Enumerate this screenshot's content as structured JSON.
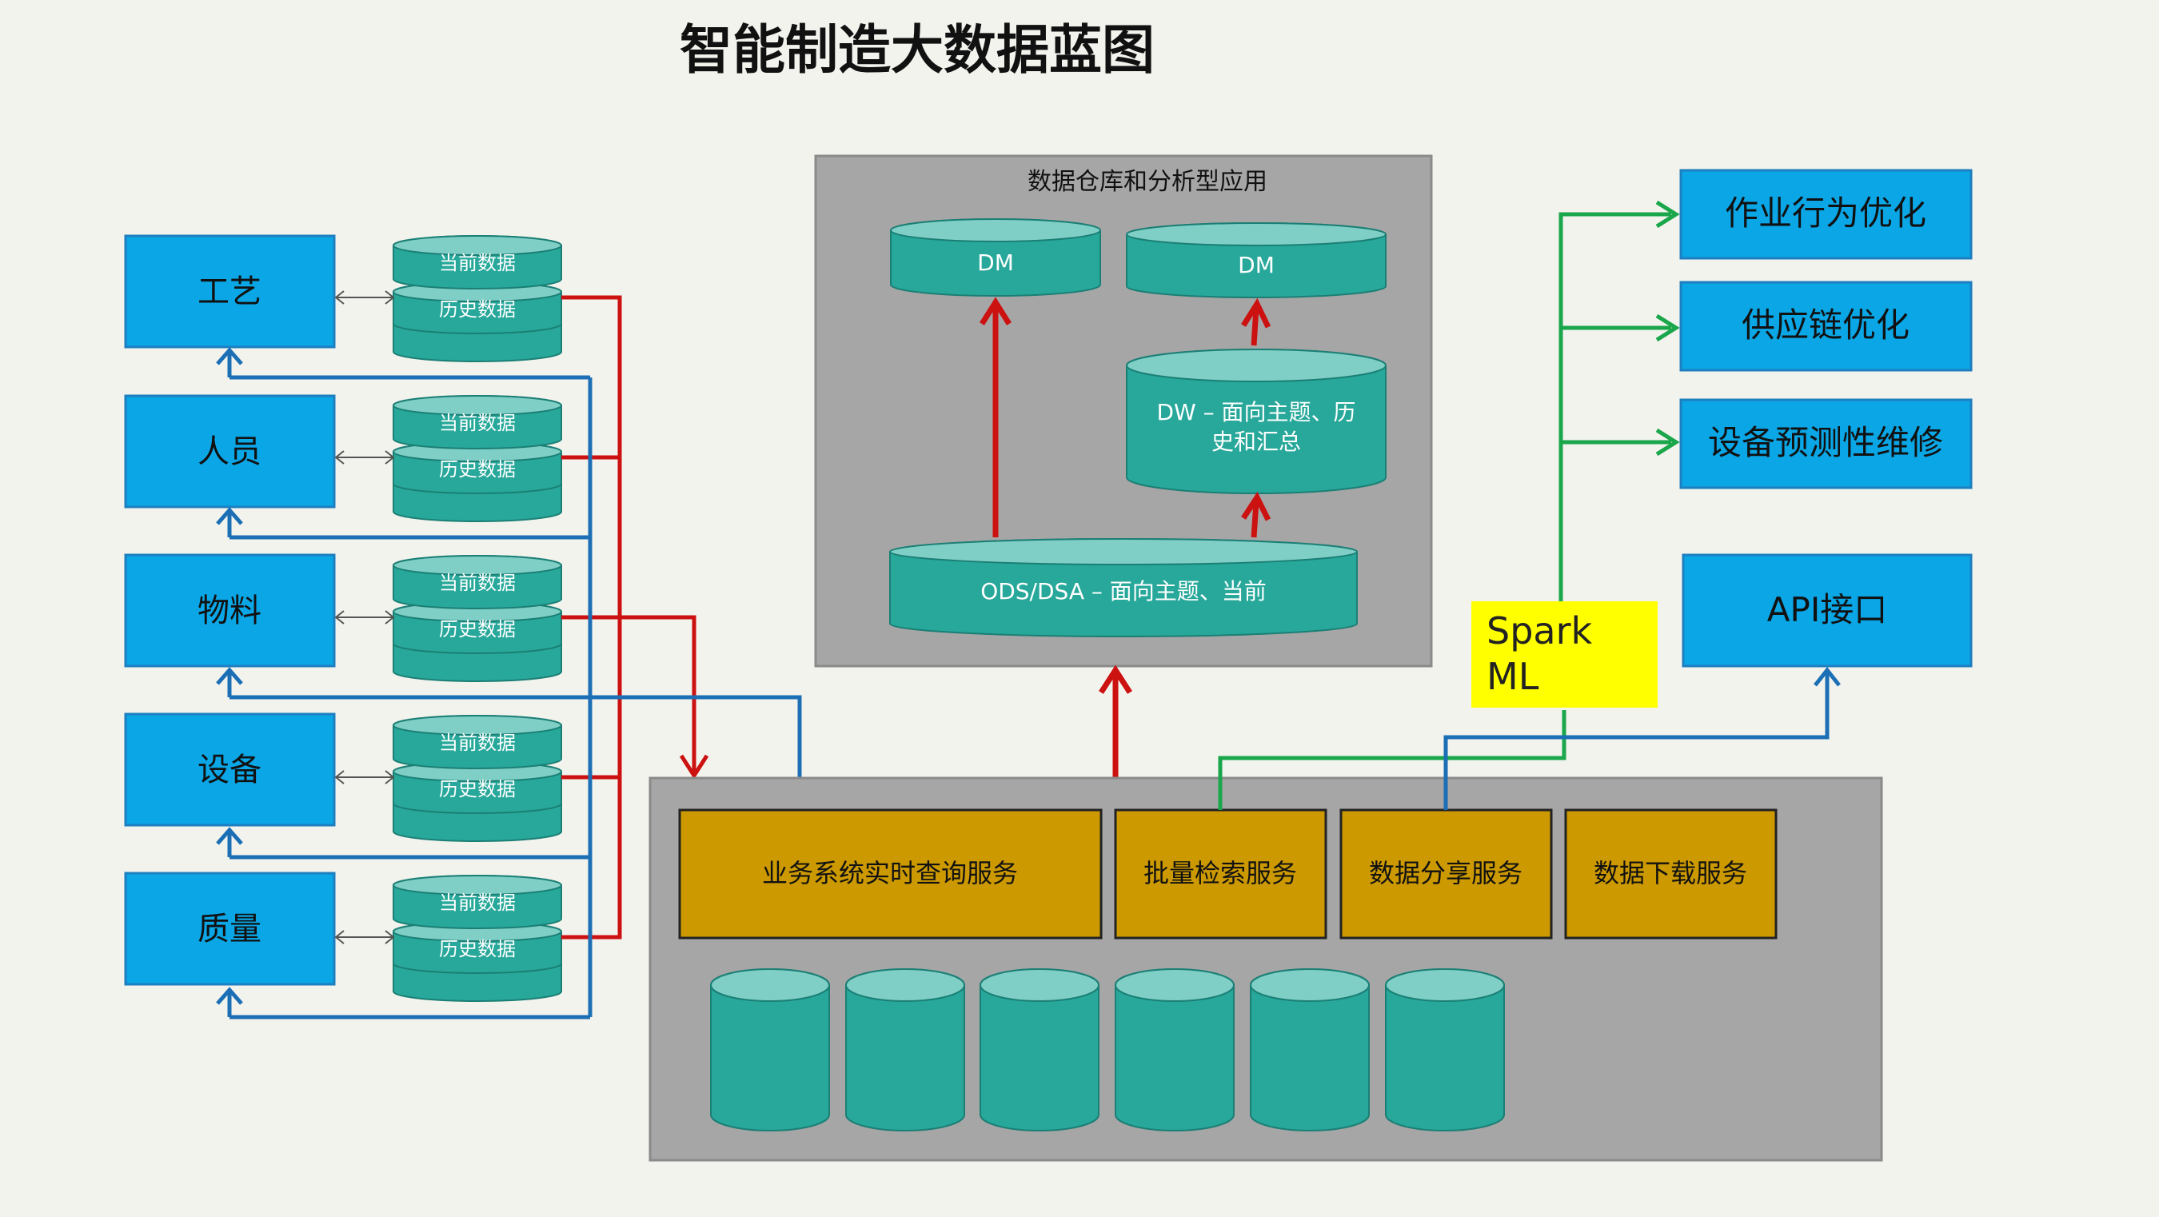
{
  "title": "智能制造大数据蓝图",
  "sources": [
    {
      "label": "工艺",
      "current": "当前数据",
      "history": "历史数据"
    },
    {
      "label": "人员",
      "current": "当前数据",
      "history": "历史数据"
    },
    {
      "label": "物料",
      "current": "当前数据",
      "history": "历史数据"
    },
    {
      "label": "设备",
      "current": "当前数据",
      "history": "历史数据"
    },
    {
      "label": "质量",
      "current": "当前数据",
      "history": "历史数据"
    }
  ],
  "warehouse": {
    "title": "数据仓库和分析型应用",
    "dm_left": "DM",
    "dm_right": "DM",
    "dw_line1": "DW – 面向主题、历",
    "dw_line2": "史和汇总",
    "ods": "ODS/DSA – 面向主题、当前"
  },
  "services": [
    "业务系统实时查询服务",
    "批量检索服务",
    "数据分享服务",
    "数据下载服务"
  ],
  "spark": {
    "line1": "Spark",
    "line2": "ML"
  },
  "apps": [
    "作业行为优化",
    "供应链优化",
    "设备预测性维修"
  ],
  "api": "API接口",
  "colors": {
    "blue_box": "#0aa6e6",
    "teal": "#27a89a",
    "gold": "#cc9900",
    "yellow": "#ffff00",
    "gray_panel": "#a6a6a6",
    "red_arrow": "#cc1111",
    "blue_line": "#1c6fb5",
    "green_line": "#1aa64a"
  }
}
